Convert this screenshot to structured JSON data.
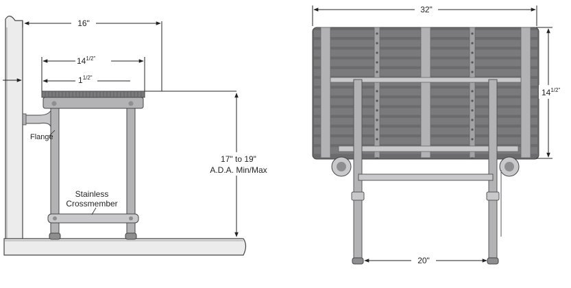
{
  "side_view": {
    "width_label": "16\"",
    "seat_depth_label_main": "14",
    "seat_depth_label_frac": "1/2\"",
    "offset_label_main": "1",
    "offset_label_frac": "1/2\"",
    "flange_label": "Flange",
    "height_label_line1": "17\" to 19\"",
    "height_label_line2": "A.D.A. Min/Max",
    "crossmember_label_line1": "Stainless",
    "crossmember_label_line2": "Crossmember"
  },
  "front_view": {
    "width_label": "32\"",
    "depth_label_main": "14",
    "depth_label_frac": "1/2\"",
    "leg_span_label": "20\""
  },
  "colors": {
    "slat": "#7a7a7c",
    "slat_dark": "#6b6b6d",
    "steel": "#b3b3b5",
    "steel_light": "#c9c9cb",
    "steel_dark": "#8e8e90",
    "wall": "#ececec",
    "line": "#222222"
  }
}
